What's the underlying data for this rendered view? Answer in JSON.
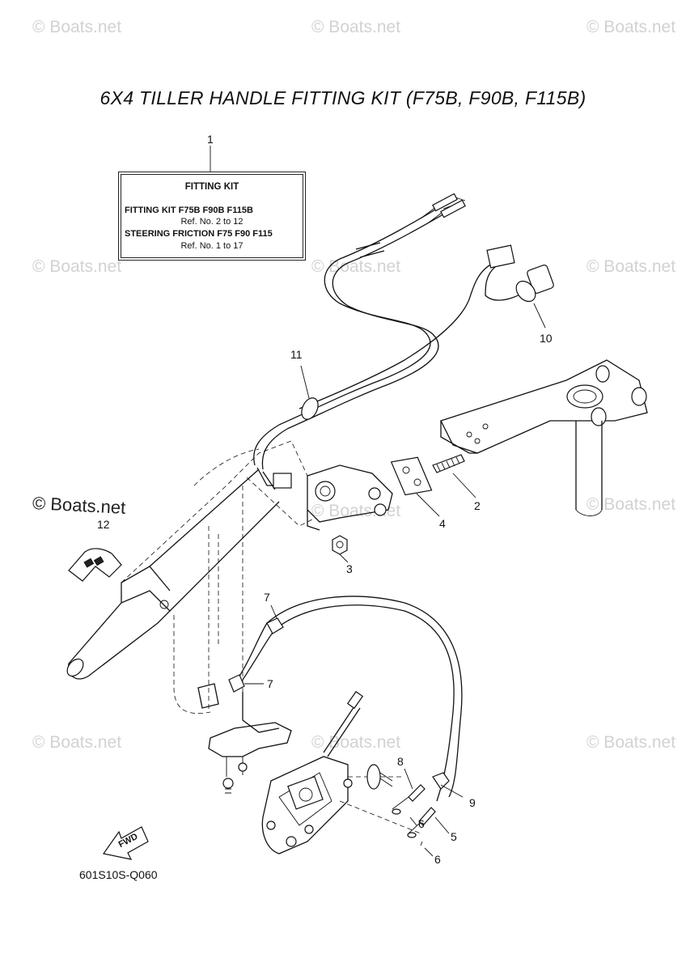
{
  "title": "6X4 TILLER HANDLE FITTING KIT (F75B, F90B, F115B)",
  "watermark": "© Boats.net",
  "fitting_kit_box": {
    "heading": "FITTING KIT",
    "line1": "FITTING KIT F75B  F90B  F115B",
    "line2": "Ref. No. 2 to 12",
    "line3": "STEERING FRICTION F75 F90 F115",
    "line4": "Ref. No. 1 to 17"
  },
  "callouts": [
    "1",
    "2",
    "3",
    "4",
    "5",
    "6",
    "6",
    "7",
    "7",
    "8",
    "9",
    "10",
    "11",
    "12"
  ],
  "fwd_label": "FWD",
  "diagram_code": "601S10S-Q060"
}
